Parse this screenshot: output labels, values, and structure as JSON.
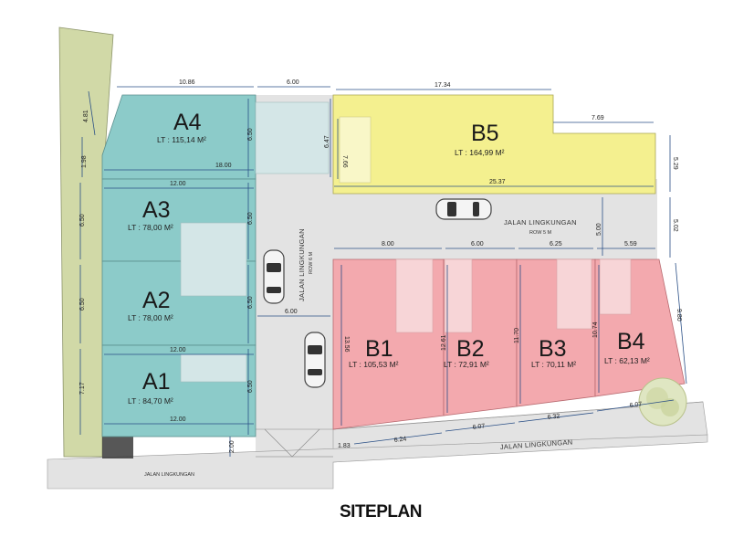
{
  "title": "SITEPLAN",
  "colors": {
    "a_lot": "#8ccbc9",
    "a_inner": "#d4e6e7",
    "b_lot": "#f3a9ae",
    "b_inner": "#f7d5d7",
    "b5_lot": "#f4f08f",
    "road": "#e3e3e3",
    "green_strip": "#d1d9a7",
    "dimension_line": "#2a4f86"
  },
  "lots": {
    "a4": {
      "name": "A4",
      "area": "LT : 115,14 M²"
    },
    "a3": {
      "name": "A3",
      "area": "LT : 78,00 M²"
    },
    "a2": {
      "name": "A2",
      "area": "LT : 78,00 M²"
    },
    "a1": {
      "name": "A1",
      "area": "LT : 84,70 M²"
    },
    "b5": {
      "name": "B5",
      "area": "LT : 164,99 M²"
    },
    "b1": {
      "name": "B1",
      "area": "LT : 105,53 M²"
    },
    "b2": {
      "name": "B2",
      "area": "LT : 72,91 M²"
    },
    "b3": {
      "name": "B3",
      "area": "LT : 70,11 M²"
    },
    "b4": {
      "name": "B4",
      "area": "LT : 62,13 M²"
    }
  },
  "roads": {
    "vertical": {
      "name": "JALAN LINGKUNGAN",
      "row": "ROW 6 M"
    },
    "middle": {
      "name": "JALAN LINGKUNGAN",
      "row": "ROW 5 M"
    },
    "bottom_right": "JALAN LINGKUNGAN",
    "bottom_left": "JALAN LINGKUNGAN"
  },
  "dimensions": {
    "top_a4": "10.86",
    "top_road": "6.00",
    "top_b5": "17.34",
    "b5_notch": "7.69",
    "b5_bottom": "25.37",
    "a4_bottom": "18.00",
    "a3_top": "12.00",
    "a1_mid": "12.00",
    "a1_bottom": "12.00",
    "road_mid": "6.00",
    "b1_top": "8.00",
    "b2_top": "6.00",
    "b3_top": "6.25",
    "b4_top": "5.59",
    "b1_bottom": "6.24",
    "b2_bottom": "6.07",
    "b3_bottom": "6.32",
    "b4_bottom": "6.07",
    "left_a4_diag": "4.81",
    "left_a4": "1.98",
    "left_a3": "6.50",
    "left_a2": "6.50",
    "left_a1": "7.17",
    "a4_right": "6.50",
    "a3_right": "6.50",
    "a2_right": "6.50",
    "a1_right": "6.50",
    "b5_left": "6.47",
    "b5_inner": "7.66",
    "b5_right": "5.29",
    "road_right": "5.02",
    "b4_right": "9.80",
    "row_5m": "5.00",
    "b1_left": "13.56",
    "b1_b2": "12.61",
    "b2_b3": "11.70",
    "b3_b4": "10.74",
    "bottom_setback": "2.00",
    "corner": "1.83"
  }
}
